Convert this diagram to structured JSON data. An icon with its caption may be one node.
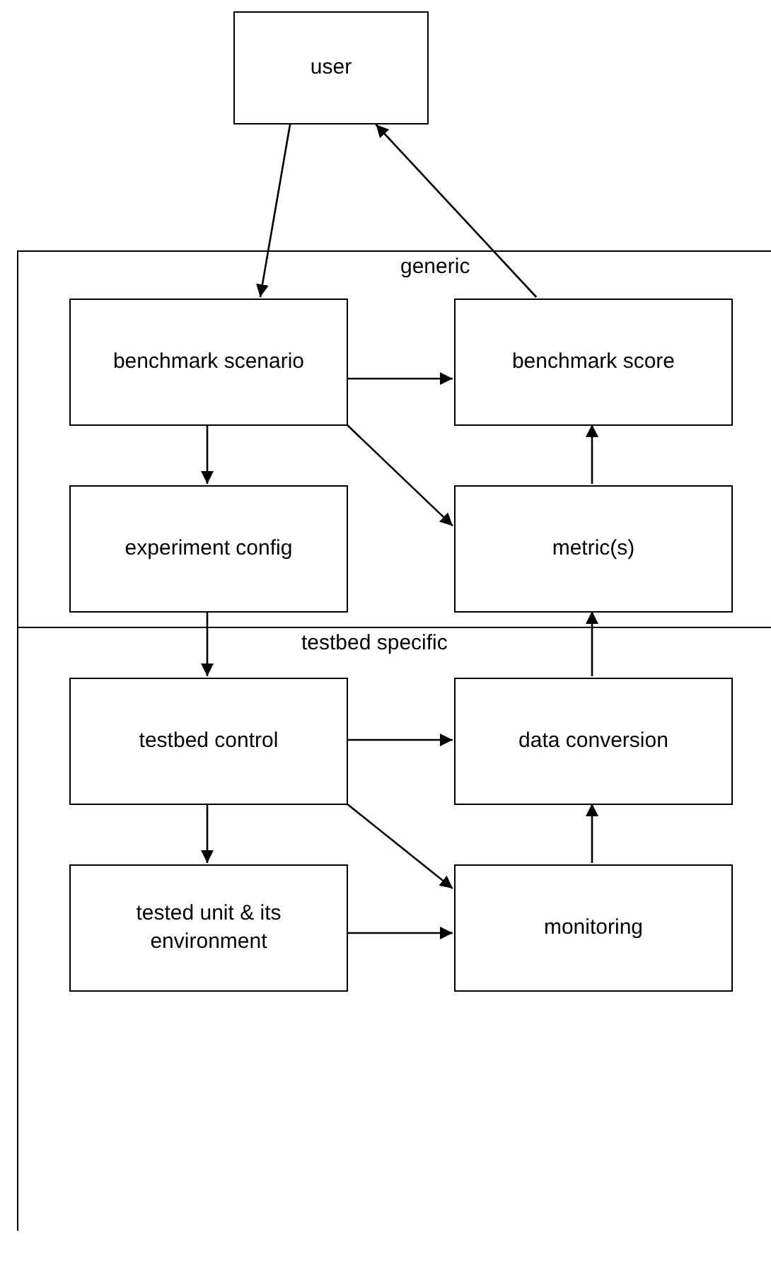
{
  "diagram": {
    "nodes": [
      {
        "text": [
          "user"
        ]
      },
      {
        "text": [
          "generic"
        ]
      },
      {
        "text": [
          "benchmark scenario"
        ],
        "in": 1
      },
      {
        "text": [
          "benchmark score"
        ],
        "in": 1
      },
      {
        "text": [
          "experiment config"
        ],
        "in": 1
      },
      {
        "text": [
          "metric(s)"
        ],
        "in": 1
      },
      {
        "text": [
          "testbed specific"
        ]
      },
      {
        "text": [
          "testbed control"
        ],
        "in": 6
      },
      {
        "text": [
          "data conversion"
        ],
        "in": 6
      },
      {
        "text": [
          "tested unit & its environment"
        ],
        "in": 6
      },
      {
        "text": [
          "monitoring"
        ],
        "in": 6
      }
    ],
    "edges": [
      {
        "from": 0,
        "to": 2,
        "arrow": "to"
      },
      {
        "from": 3,
        "to": 0,
        "arrow": "to"
      },
      {
        "from": 2,
        "to": 3,
        "arrow": "to"
      },
      {
        "from": 2,
        "to": 4,
        "arrow": "to"
      },
      {
        "from": 2,
        "to": 5,
        "arrow": "to"
      },
      {
        "from": 5,
        "to": 3,
        "arrow": "to"
      },
      {
        "from": 4,
        "to": 7,
        "arrow": "to"
      },
      {
        "from": 8,
        "to": 5,
        "arrow": "to"
      },
      {
        "from": 7,
        "to": 8,
        "arrow": "to"
      },
      {
        "from": 7,
        "to": 9,
        "arrow": "to"
      },
      {
        "from": 7,
        "to": 10,
        "arrow": "to"
      },
      {
        "from": 9,
        "to": 10,
        "arrow": "to"
      },
      {
        "from": 10,
        "to": 8,
        "arrow": "to"
      }
    ]
  }
}
